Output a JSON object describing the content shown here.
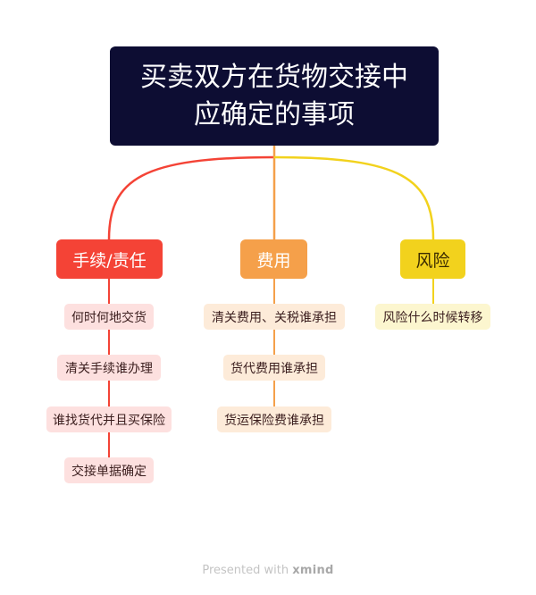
{
  "root": {
    "line1": "买卖双方在货物交接中",
    "line2": "应确定的事项"
  },
  "branches": [
    {
      "label": "手续/责任",
      "color": "#f44336",
      "children": [
        "何时何地交货",
        "清关手续谁办理",
        "谁找货代并且买保险",
        "交接单据确定"
      ]
    },
    {
      "label": "费用",
      "color": "#f5a04a",
      "children": [
        "清关费用、关税谁承担",
        "货代费用谁承担",
        "货运保险费谁承担"
      ]
    },
    {
      "label": "风险",
      "color": "#f2d21d",
      "children": [
        "风险什么时候转移"
      ]
    }
  ],
  "footer": {
    "prefix": "Presented with",
    "brand": "xmind"
  }
}
